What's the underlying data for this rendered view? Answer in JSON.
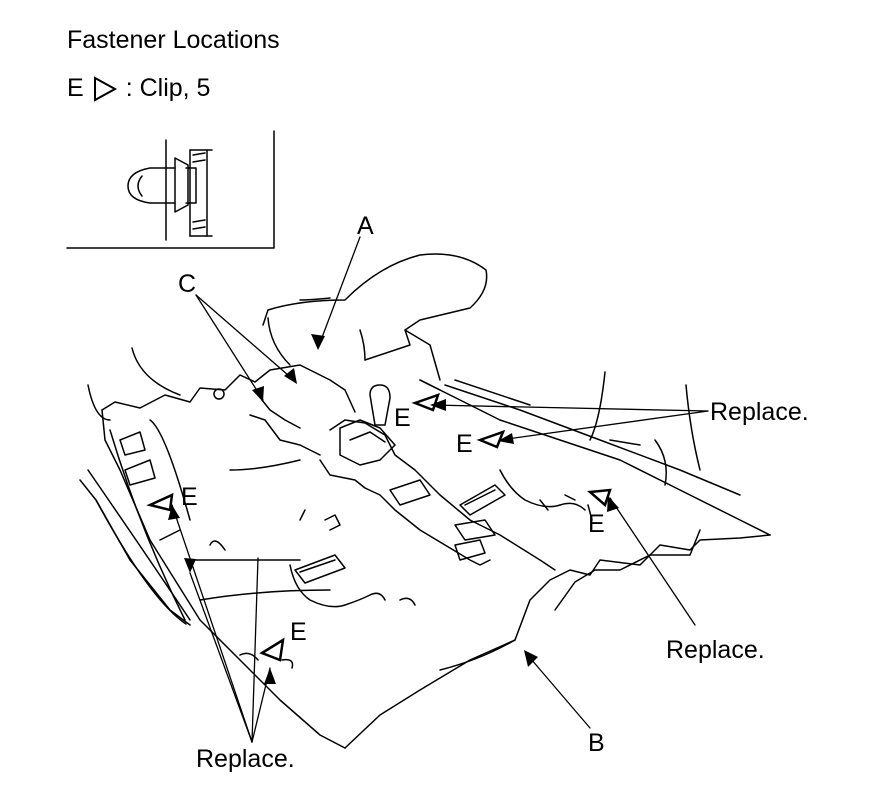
{
  "header": {
    "title": "Fastener Locations",
    "legend_letter": "E",
    "legend_text": ": Clip, 5"
  },
  "labels": {
    "A": "A",
    "B": "B",
    "C": "C",
    "E": "E",
    "replace": "Replace."
  }
}
